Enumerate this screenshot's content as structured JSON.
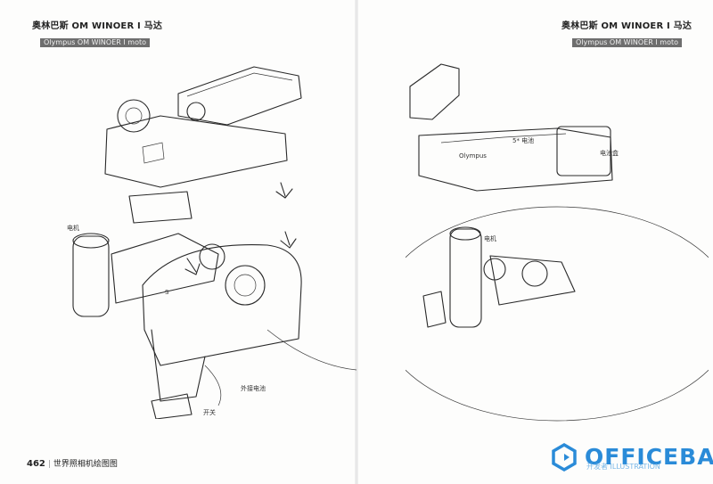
{
  "header_left": {
    "title": "奥林巴斯 OM WINOER I 马达",
    "subtitle": "Olympus OM WINOER I moto"
  },
  "header_right": {
    "title": "奥林巴斯 OM WINOER I 马达",
    "subtitle": "Olympus OM WINOER I moto"
  },
  "left_labels": {
    "motor": "电机",
    "switch": "开关",
    "external": "外接电池",
    "s": "S"
  },
  "right_labels": {
    "battery": "5* 电池",
    "box": "电池盒",
    "motor": "电机",
    "brand": "Olympus"
  },
  "footer": {
    "page_number": "462",
    "book_title": "世界照相机绘图图"
  },
  "watermark": {
    "brand": "OFFICEBA",
    "sub": "开发者 ILLUSTRATION"
  }
}
